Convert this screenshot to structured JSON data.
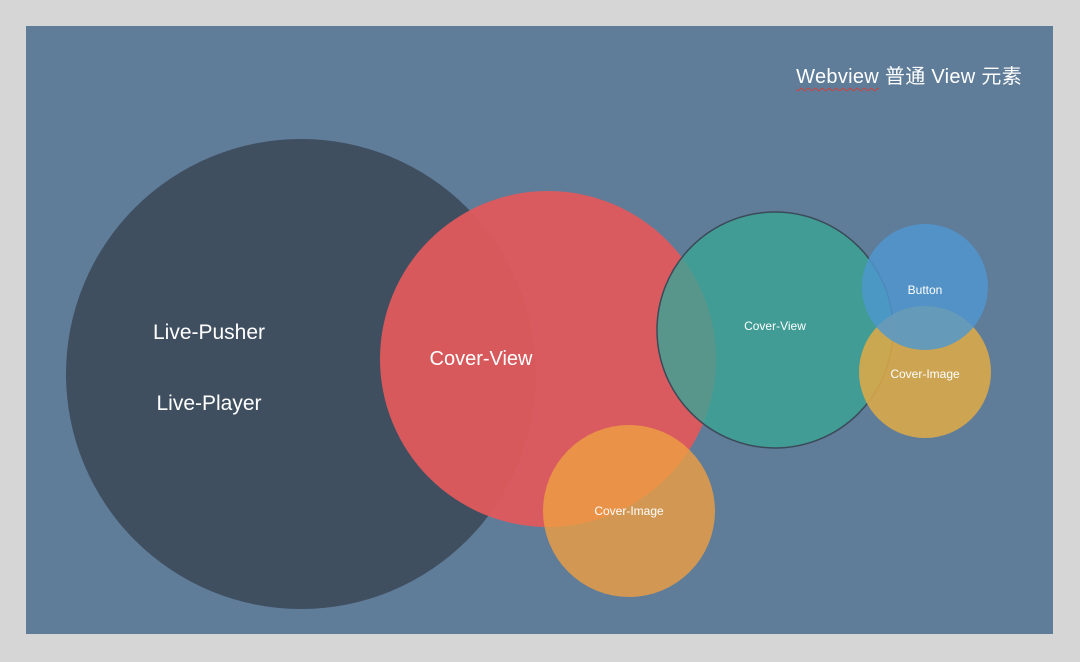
{
  "title": {
    "word": "Webview",
    "rest": " 普通 View 元素"
  },
  "circles": {
    "live": {
      "label_1": "Live-Pusher",
      "label_2": "Live-Player",
      "color": "#3f4f60"
    },
    "cover_view_large": {
      "label": "Cover-View",
      "color": "#e05a5c"
    },
    "cover_image_bottom": {
      "label": "Cover-Image",
      "color": "#ec9f43"
    },
    "cover_view_small": {
      "label": "Cover-View",
      "color": "#3aa395",
      "stroke": "#3b4a58"
    },
    "button": {
      "label": "Button",
      "color": "#4f97cf"
    },
    "cover_image_right": {
      "label": "Cover-Image",
      "color": "#ddaa48"
    }
  },
  "colors": {
    "page_background": "#d6d6d6",
    "panel_background": "#5f7c99"
  }
}
